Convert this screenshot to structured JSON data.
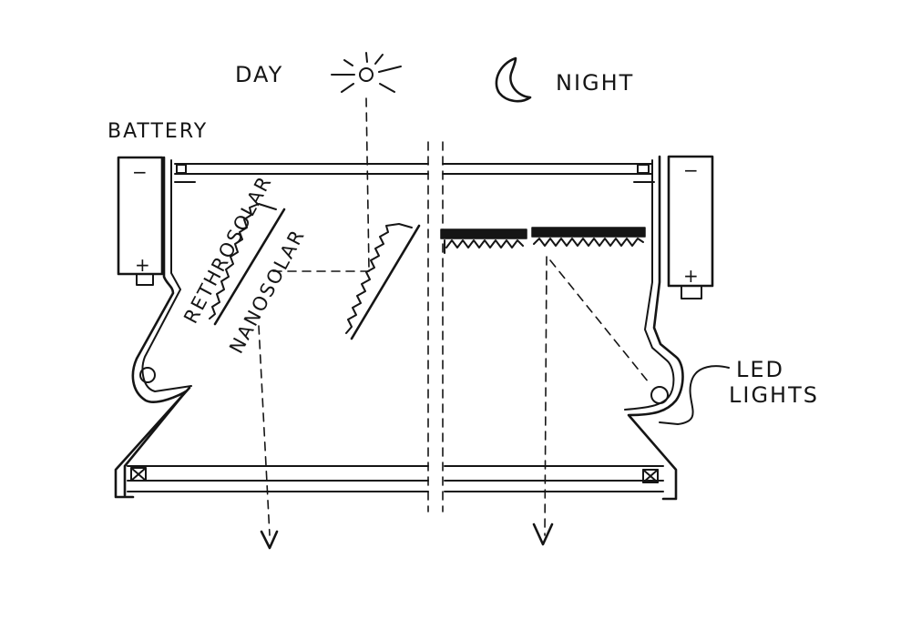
{
  "labels": {
    "day": "DAY",
    "night": "NIGHT",
    "battery": "BATTERY",
    "rethrosolar": "RETHROSOLAR",
    "nanosolar": "NANOSOLAR",
    "led_line1": "LED",
    "led_line2": "LIGHTS"
  },
  "battery_terminals": {
    "top": "−",
    "bottom": "+"
  },
  "icons": {
    "sun": "sun-icon",
    "moon": "moon-icon"
  },
  "colors": {
    "ink": "#151515",
    "paper": "#ffffff"
  }
}
